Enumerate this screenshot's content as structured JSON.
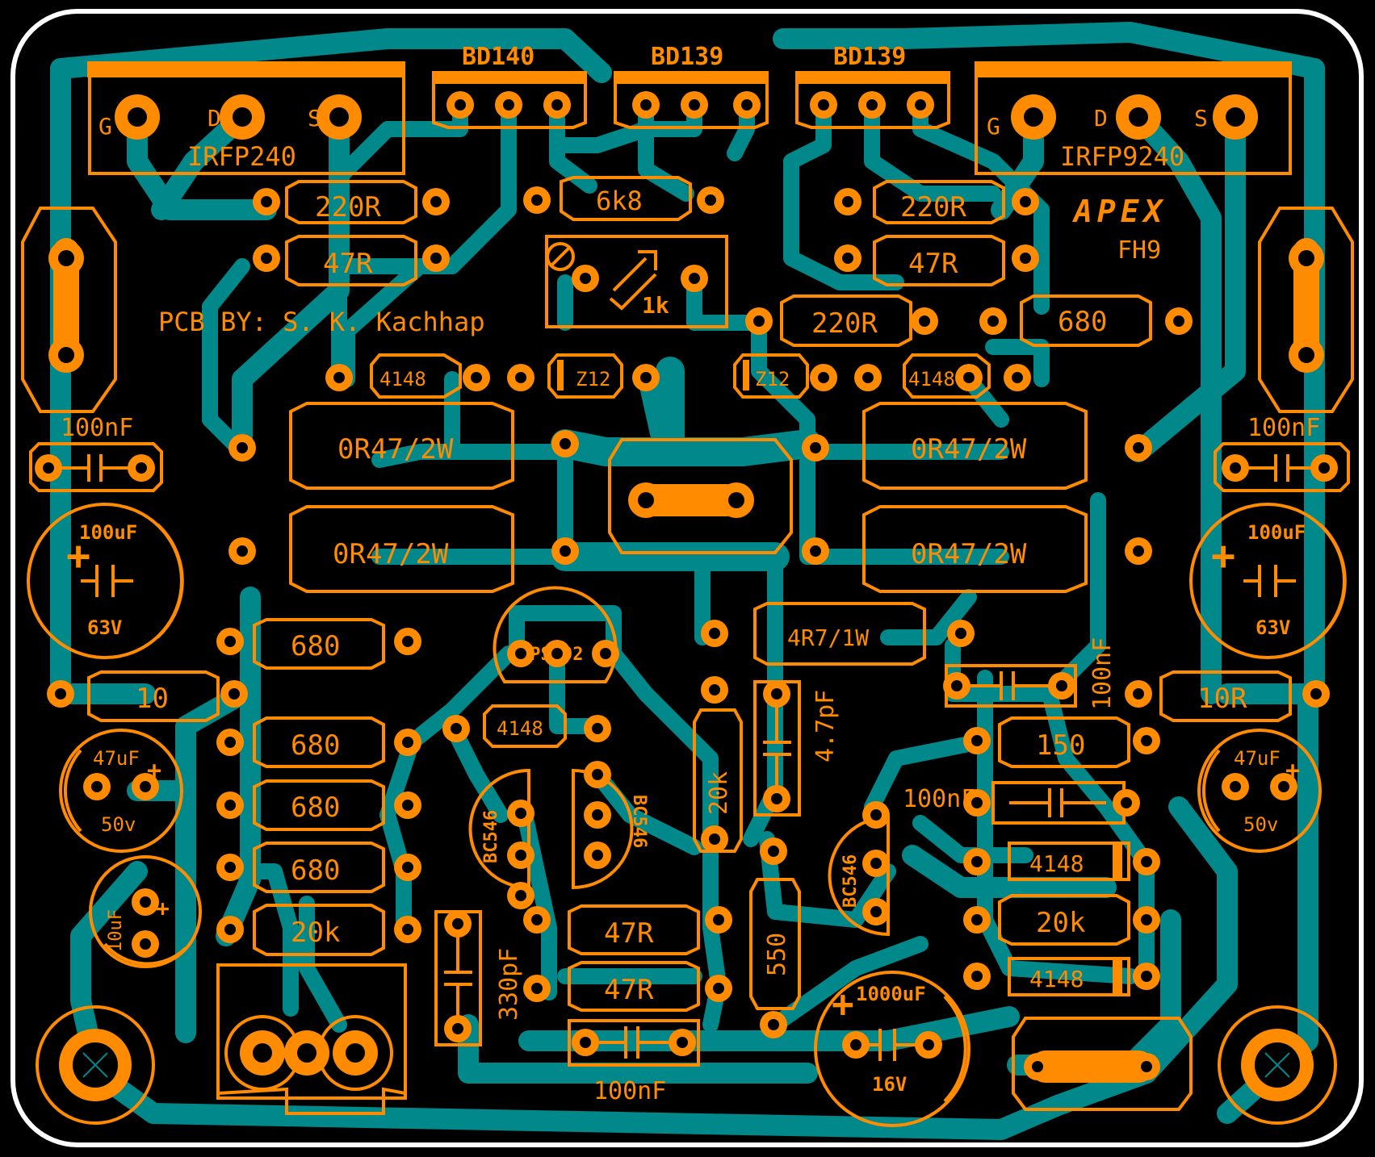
{
  "board": {
    "credit": "PCB BY: S. K. Kachhap",
    "brand": "APEX",
    "model": "FH9",
    "colors": {
      "background": "#000000",
      "board_edge": "#ffffff",
      "copper": "#00888a",
      "silkscreen": "#ff8c00"
    }
  },
  "parts": {
    "q_left": "IRFP240",
    "q_right": "IRFP9240",
    "pin_g": "G",
    "pin_d": "D",
    "pin_s": "S",
    "bd140": "BD140",
    "bd139": "BD139",
    "r_220": "220R",
    "r_47": "47R",
    "r_6k8": "6k8",
    "pot_1k": "1k",
    "r_680": "680",
    "d_4148": "4148",
    "z_12": "Z12",
    "r_0r47": "0R47/2W",
    "c_100n": "100nF",
    "c_100u": "100uF",
    "v_63": "63V",
    "r_10": "10",
    "r_10r": "10R",
    "mpsa92": "MPSA92",
    "r_4r7": "4R7/1W",
    "c_47u": "47uF",
    "v_50": "50v",
    "r_20k": "20k",
    "c_4p7": "4.7pF",
    "r_150": "150",
    "bc546": "BC546",
    "c_10u": "10uF",
    "c_330p": "330pF",
    "r_550": "550",
    "c_1000u": "1000uF",
    "v_16": "16V",
    "plus": "+"
  }
}
